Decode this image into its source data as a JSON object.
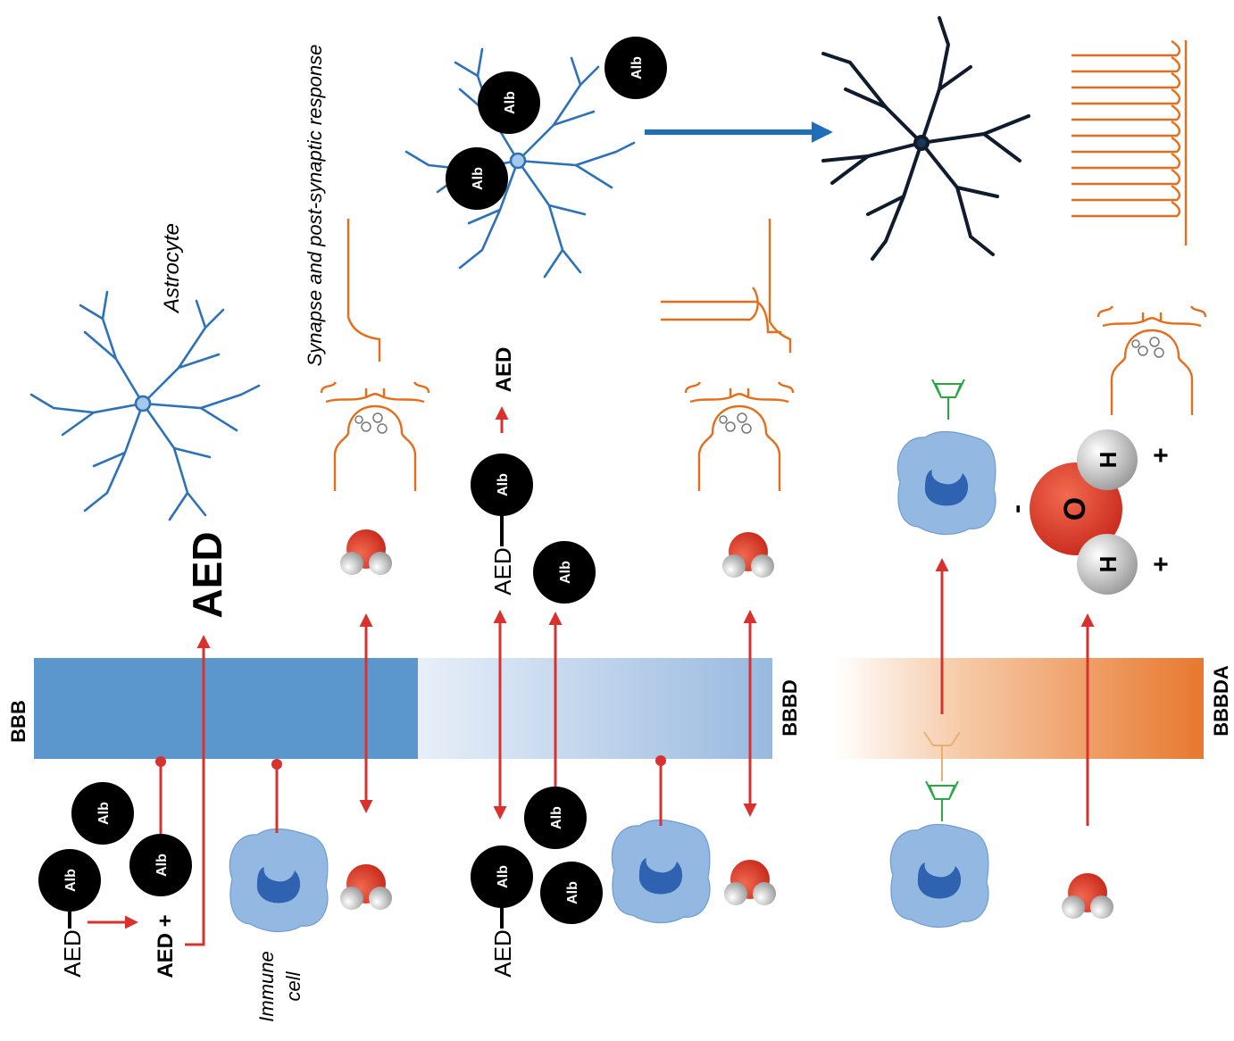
{
  "barriers": {
    "bbb": "BBB",
    "bbbd": "BBBD",
    "bbbda": "BBBDA"
  },
  "labels": {
    "aed": "AED",
    "aed_plus": "AED +",
    "aed_big": "AED",
    "alb": "Alb",
    "immune_cell_line1": "Immune",
    "immune_cell_line2": "cell",
    "astrocyte": "Astrocyte",
    "synapse": "Synapse and post-synaptic response",
    "water_o": "O",
    "water_h": "H",
    "plus": "+",
    "minus": "-"
  },
  "colors": {
    "bbb_blue": "#5b97cc",
    "bbbd_light": "#e3ecf7",
    "bbbd_dark": "#9dbde2",
    "bbbda_dark": "#e8782e",
    "red_arrow": "#d7322d",
    "astrocyte_blue": "#2d72b8",
    "immune_fill": "#93b9e3",
    "immune_nucleus": "#2f62b0",
    "synapse_orange": "#e66e1b",
    "neuron_dark": "#0e1c2e",
    "antibody_green": "#2aa845",
    "flow_arrow_blue": "#1e6fb8"
  }
}
